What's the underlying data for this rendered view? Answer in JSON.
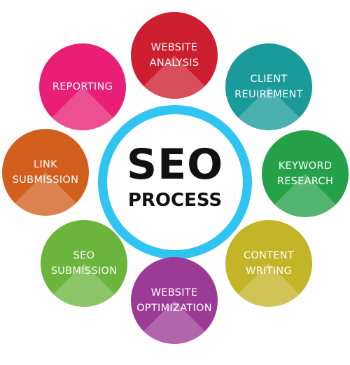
{
  "center": {
    "title": "SEO",
    "subtitle": "PROCESS",
    "ring_color": "#2fc4f1"
  },
  "steps": [
    {
      "label": "WEBSITE\nANALYSIS",
      "color": "#cc1e2e"
    },
    {
      "label": "CLIENT\nREUIREMENT",
      "color": "#1a9a9a"
    },
    {
      "label": "KEYWORD\nRESEARCH",
      "color": "#25a14a"
    },
    {
      "label": "CONTENT\nWRITING",
      "color": "#c4b428"
    },
    {
      "label": "WEBSITE\nOPTIMIZATION",
      "color": "#9b3b95"
    },
    {
      "label": "SEO\nSUBMISSION",
      "color": "#6cb53d"
    },
    {
      "label": "LINK\nSUBMISSION",
      "color": "#d35f1e"
    },
    {
      "label": "REPORTING",
      "color": "#e81f74"
    }
  ]
}
